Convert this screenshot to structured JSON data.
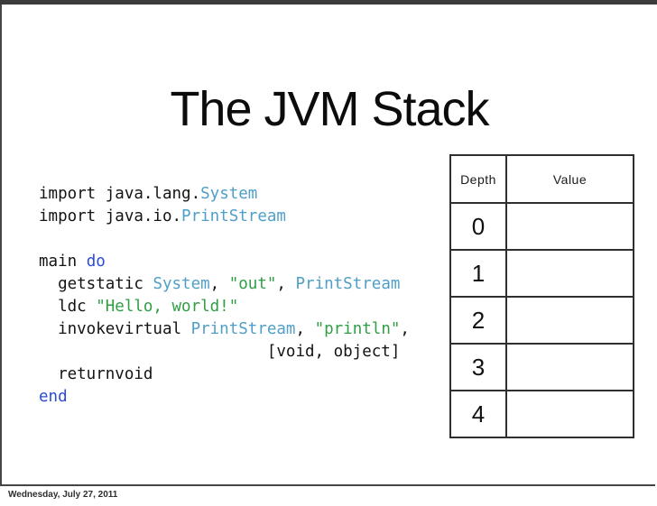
{
  "colors": {
    "top_bar": "#3b3b3b",
    "slide_border": "#454545",
    "table_border": "#2f2f2f",
    "title_text": "#0c0c0c",
    "code_plain": "#141414",
    "code_type": "#4f9fc8",
    "code_keyword": "#2a4bd7",
    "code_string": "#2f9e44",
    "footer_text": "#2e2e2e"
  },
  "slide": {
    "title": "The JVM Stack",
    "footer_date": "Wednesday, July 27, 2011"
  },
  "code": {
    "lines": [
      {
        "segments": [
          {
            "text": "import java.lang.",
            "style": "plain"
          },
          {
            "text": "System",
            "style": "type"
          }
        ]
      },
      {
        "segments": [
          {
            "text": "import java.io.",
            "style": "plain"
          },
          {
            "text": "PrintStream",
            "style": "type"
          }
        ]
      },
      {
        "segments": []
      },
      {
        "segments": [
          {
            "text": "main ",
            "style": "plain"
          },
          {
            "text": "do",
            "style": "kw"
          }
        ]
      },
      {
        "segments": [
          {
            "text": "  getstatic ",
            "style": "plain"
          },
          {
            "text": "System",
            "style": "type"
          },
          {
            "text": ", ",
            "style": "plain"
          },
          {
            "text": "\"out\"",
            "style": "str"
          },
          {
            "text": ", ",
            "style": "plain"
          },
          {
            "text": "PrintStream",
            "style": "type"
          }
        ]
      },
      {
        "segments": [
          {
            "text": "  ldc ",
            "style": "plain"
          },
          {
            "text": "\"Hello, world!\"",
            "style": "str"
          }
        ]
      },
      {
        "segments": [
          {
            "text": "  invokevirtual ",
            "style": "plain"
          },
          {
            "text": "PrintStream",
            "style": "type"
          },
          {
            "text": ", ",
            "style": "plain"
          },
          {
            "text": "\"println\"",
            "style": "str"
          },
          {
            "text": ",",
            "style": "plain"
          }
        ]
      },
      {
        "segments": [
          {
            "text": "                        [void, object]",
            "style": "plain"
          }
        ]
      },
      {
        "segments": [
          {
            "text": "  returnvoid",
            "style": "plain"
          }
        ]
      },
      {
        "segments": [
          {
            "text": "end",
            "style": "kw"
          }
        ]
      }
    ]
  },
  "stack_table": {
    "headers": [
      "Depth",
      "Value"
    ],
    "rows": [
      {
        "depth": "0",
        "value": ""
      },
      {
        "depth": "1",
        "value": ""
      },
      {
        "depth": "2",
        "value": ""
      },
      {
        "depth": "3",
        "value": ""
      },
      {
        "depth": "4",
        "value": ""
      }
    ]
  }
}
